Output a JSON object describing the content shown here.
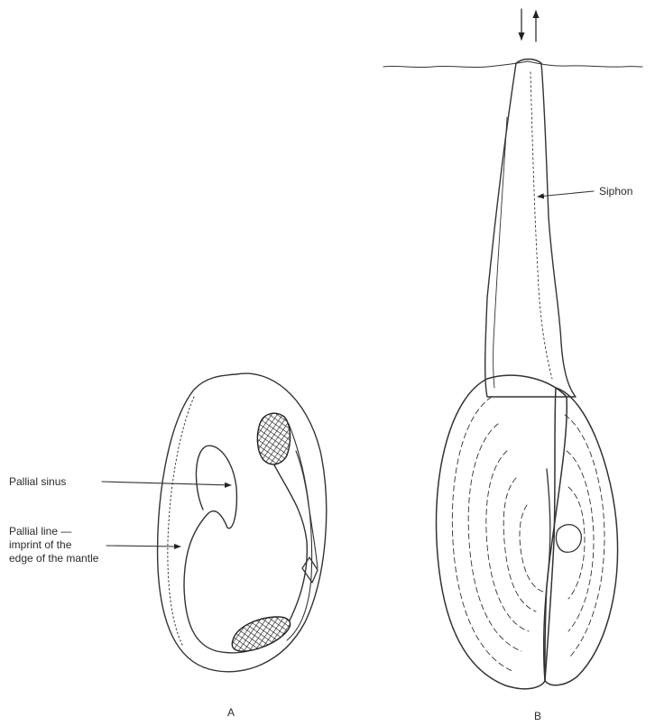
{
  "figure": {
    "panel_a": {
      "caption": "A",
      "labels": {
        "pallial_sinus": "Pallial sinus",
        "pallial_line_1": "Pallial line —",
        "pallial_line_2": "imprint of the",
        "pallial_line_3": "edge of the mantle"
      }
    },
    "panel_b": {
      "caption": "B",
      "labels": {
        "siphon": "Siphon"
      }
    }
  }
}
